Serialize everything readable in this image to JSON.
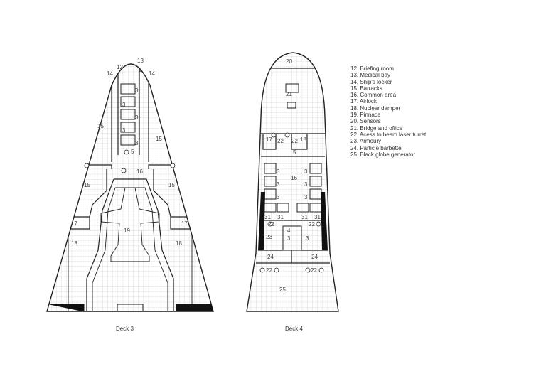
{
  "decks": [
    {
      "caption": "Deck 3",
      "labels": {
        "n12": "12",
        "n13": "13",
        "n14a": "14",
        "n14b": "14",
        "n15a": "15",
        "n15b": "15",
        "n15c": "15",
        "n15d": "15",
        "n16": "16",
        "n17a": "17",
        "n17b": "17",
        "n18a": "18",
        "n18b": "18",
        "n19": "19",
        "n3a": "3",
        "n3b": "3",
        "n3c": "3",
        "n3d": "3",
        "n3e": "3",
        "n5": "5"
      }
    },
    {
      "caption": "Deck 4",
      "labels": {
        "n20": "20",
        "n21": "21",
        "n17": "17",
        "n22a": "22",
        "n22b": "22",
        "n18": "18",
        "n5": "5",
        "n16": "16",
        "n3a": "3",
        "n3b": "3",
        "n3c": "3",
        "n3d": "3",
        "n3e": "3",
        "n3f": "3",
        "n31a": "31",
        "n31b": "31",
        "n31c": "31",
        "n31d": "31",
        "n22c": "22",
        "n22d": "22",
        "n23": "23",
        "n4": "4",
        "n3g": "3",
        "n3h": "3",
        "n24a": "24",
        "n24b": "24",
        "n22e": "22",
        "n22f": "22",
        "n25": "25"
      }
    }
  ],
  "legend": [
    "12. Briefing room",
    "13. Medical bay",
    "14. Ship's locker",
    "15. Barracks",
    "16. Common area",
    "17. Airlock",
    "18. Nuclear damper",
    "19. Pinnace",
    "20. Sensors",
    "21. Bridge and office",
    "22. Acess to beam laser turret",
    "23. Armoury",
    "24. Particle barbette",
    "25. Black globe generator"
  ]
}
